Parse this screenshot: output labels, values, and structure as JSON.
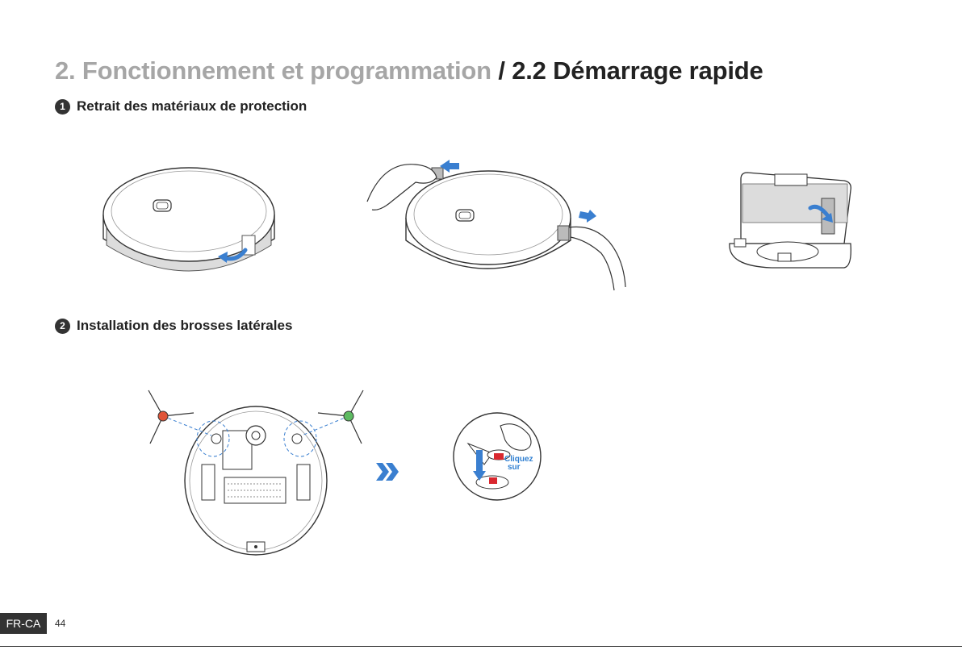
{
  "header": {
    "title_section": "2. Fonctionnement et programmation",
    "title_separator": "/",
    "title_subsection": "2.2 Démarrage rapide"
  },
  "steps": [
    {
      "number": "1",
      "heading": "Retrait des matériaux de protection"
    },
    {
      "number": "2",
      "heading": "Installation des brosses latérales"
    }
  ],
  "callout": {
    "line1": "Cliquez",
    "line2": "sur"
  },
  "footer": {
    "language": "FR-CA",
    "page_number": "44"
  },
  "colors": {
    "accent_blue": "#3a7fd0",
    "title_grey": "#a6a6a6",
    "brush_red": "#e0553a",
    "brush_green": "#5dbb62",
    "foam_grey": "#dcdcdc"
  }
}
